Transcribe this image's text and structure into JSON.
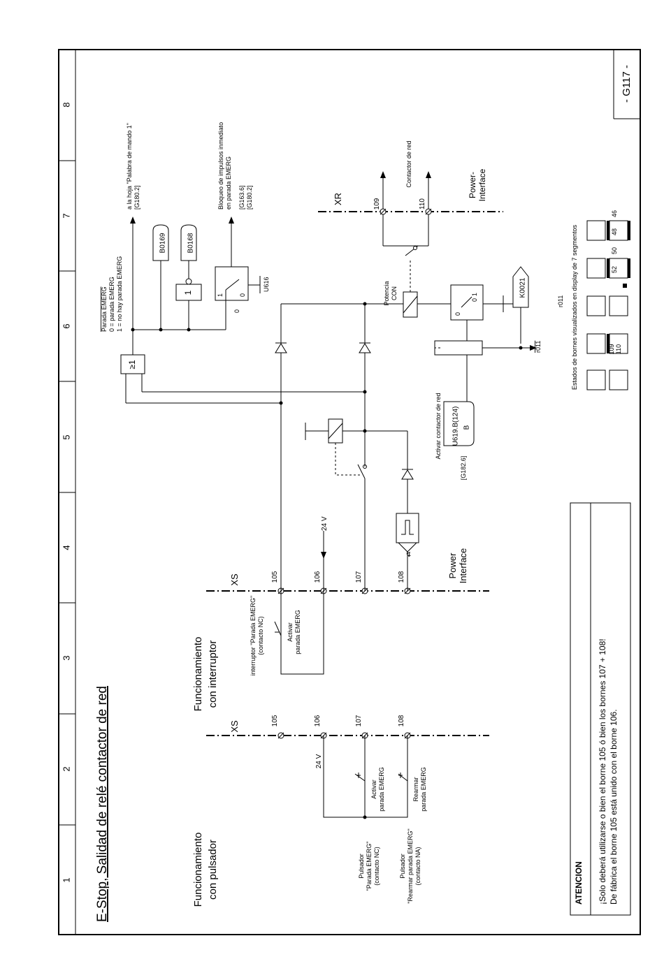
{
  "sheet": {
    "title": "E-Stop, Salidad de relé contactor de red",
    "page_id": "- G117 -",
    "columns": [
      "1",
      "2",
      "3",
      "4",
      "5",
      "6",
      "7",
      "8"
    ]
  },
  "left_panel": {
    "pushbutton_heading_1": "Funcionamiento",
    "pushbutton_heading_2": "con pulsador",
    "switch_heading_1": "Funcionamiento",
    "switch_heading_2": "con interruptor",
    "xs_label": "XS",
    "terminals": [
      "105",
      "106",
      "107",
      "108"
    ],
    "v24": "24 V",
    "activar": "Activar",
    "parada_emerg": "parada EMERG",
    "rearmar": "Rearmar",
    "pulsador": "Pulsador",
    "pulsador_parada": "\"Parada EMERG\"",
    "contacto_nc": "(contacto NC)",
    "pulsador_rearmar": "\"Rearmar parada EMERG\"",
    "contacto_na": "(contacto NA)",
    "interruptor_line1": "interruptor \"Parada EMERG\"",
    "interruptor_line2": "(contacto NC)"
  },
  "center": {
    "xs_label": "XS",
    "terminals": [
      "105",
      "106",
      "107",
      "108"
    ],
    "v24": "24 V",
    "power_interface_1": "Power",
    "power_interface_2": "Interface",
    "activar_contactor": "Activar contactor de red",
    "u619": "U619.B(124)",
    "b": "B",
    "g182": "[G182.6]",
    "or_gate": "≥1",
    "not_gate": "1",
    "parada_title": "Parada EMERG",
    "parada_0": "0 = parada EMERG",
    "parada_1": "1 = no hay parada EMERG",
    "hoja_line1": "a la hoja \"Palabra de mando 1\"",
    "hoja_line2": "[G180.2]",
    "b0169": "B0169",
    "b0168": "B0168",
    "bloqueo_1": "Bloqueo de impulsos inmediato",
    "bloqueo_2": "en parada EMERG",
    "bloqueo_3": "[G163.6]",
    "bloqueo_4": "[G180.2]",
    "u616": "U616",
    "sw_1": "1",
    "sw_0": "0",
    "sw_0b": "0",
    "potencia_1": "Potencia",
    "potencia_2": "CON",
    "k0021": "K0021",
    "r011_a": "r011",
    "r011_b": "r011",
    "sw2_0": "0",
    "sw2_1": "1",
    "xr_label": "XR",
    "t109": "109",
    "t110": "110",
    "contactor_red": "Contactor de red",
    "power_interface_3": "Power-",
    "power_interface_4": "Interface",
    "estados": "Estados de bornes visualizados en display de 7 segmentos",
    "seg_109": "109",
    "seg_110": "110",
    "seg_52": "52",
    "seg_50": "50",
    "seg_48": "48",
    "seg_46": "46"
  },
  "attention": {
    "title": "ATENCION",
    "line1": "¡Solo deberá utilizarse o bien el borne 105 ó bien los bornes 107 + 108!",
    "line2": "De fábrica el borne 105 está unido con el borne 106."
  }
}
